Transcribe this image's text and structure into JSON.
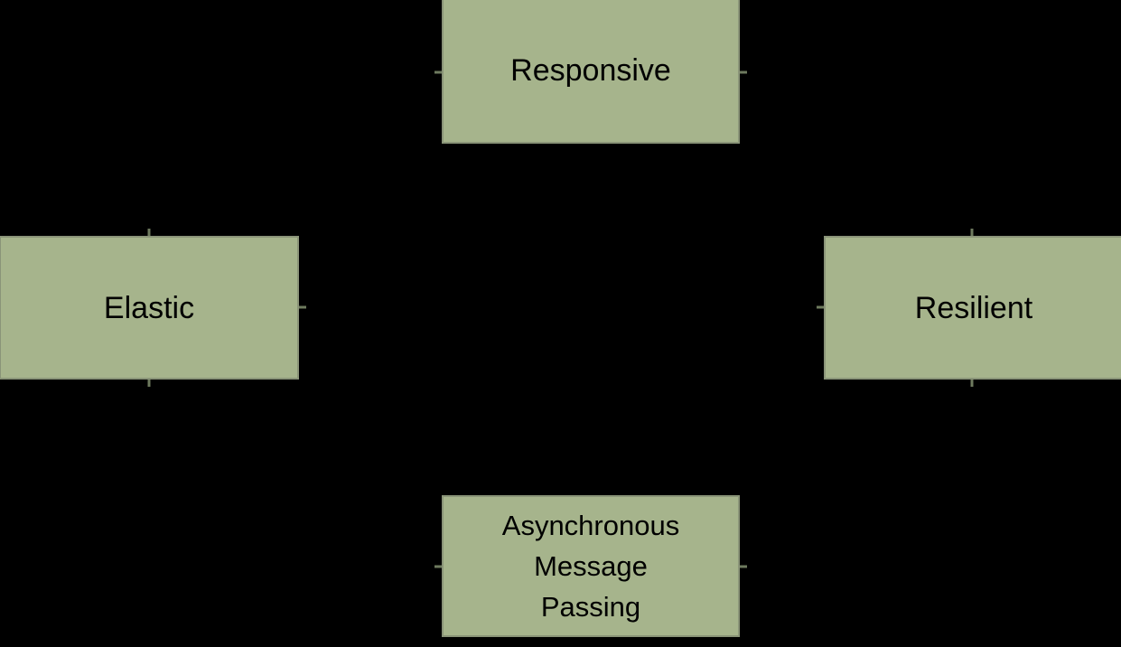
{
  "diagram": {
    "background_color": "#000000",
    "node_fill_color": "#A6B48C",
    "node_border_color": "#8A9478",
    "node_text_color": "#000000",
    "connector_color": "#6E7A5E",
    "layout": "diamond",
    "nodes": [
      {
        "id": "responsive",
        "label": "Responsive",
        "position": "top"
      },
      {
        "id": "elastic",
        "label": "Elastic",
        "position": "left"
      },
      {
        "id": "resilient",
        "label": "Resilient",
        "position": "right"
      },
      {
        "id": "async_message_passing",
        "label": "Asynchronous\nMessage\nPassing",
        "position": "bottom"
      }
    ]
  }
}
